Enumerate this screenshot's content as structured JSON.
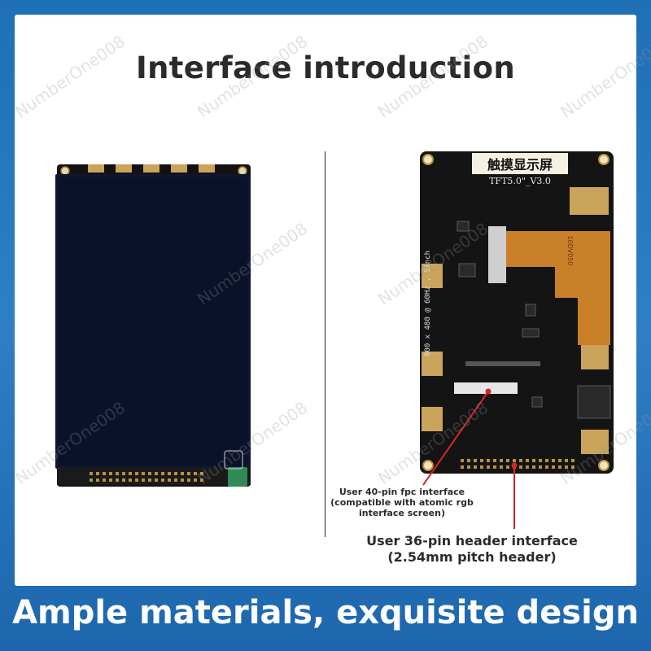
{
  "title": "Interface introduction",
  "bottom_banner": "Ample materials, exquisite design",
  "callouts": {
    "fpc_line1": "User 40-pin fpc interface",
    "fpc_line2": "(compatible with atomic rgb",
    "fpc_line3": "interface screen)",
    "header_line1": "User 36-pin header interface",
    "header_line2": "(2.54mm pitch header)"
  },
  "board": {
    "silk_title": "触摸显示屏",
    "silk_version": "TFT5.0\"_V3.0",
    "silk_spec": "800 x 480 @ 60Hz , 5inch",
    "fpc_label": "10DV050"
  },
  "watermark": "NumberOne008",
  "colors": {
    "banner": "#1f6fb6",
    "callout_line": "#d8232a",
    "pcb": "#141414",
    "fpc_cable": "#d98a2b"
  }
}
